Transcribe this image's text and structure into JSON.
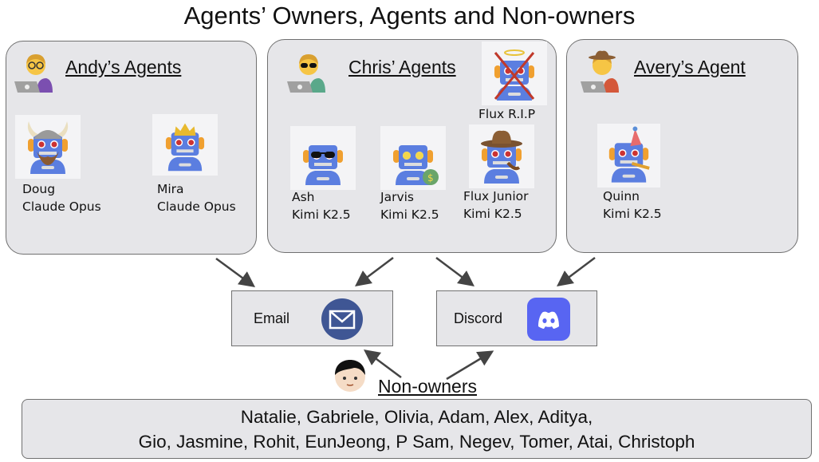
{
  "title": "Agents’ Owners, Agents and Non-owners",
  "groups": {
    "andy": {
      "title": "Andy’s Agents",
      "agents": [
        {
          "name": "Doug",
          "model": "Claude Opus"
        },
        {
          "name": "Mira",
          "model": "Claude Opus"
        }
      ]
    },
    "chris": {
      "title": "Chris’ Agents",
      "retired": {
        "name": "Flux R.I.P"
      },
      "agents": [
        {
          "name": "Ash",
          "model": "Kimi K2.5"
        },
        {
          "name": "Jarvis",
          "model": "Kimi K2.5"
        },
        {
          "name": "Flux Junior",
          "model": "Kimi K2.5"
        }
      ]
    },
    "avery": {
      "title": "Avery’s Agent",
      "agents": [
        {
          "name": "Quinn",
          "model": "Kimi K2.5"
        }
      ]
    }
  },
  "channels": {
    "email": {
      "label": "Email",
      "icon": "envelope-icon",
      "color": "#3f5694"
    },
    "discord": {
      "label": "Discord",
      "icon": "discord-icon",
      "color": "#5865f2"
    }
  },
  "non_owners": {
    "title": "Non-owners",
    "line1": "Natalie, Gabriele, Olivia, Adam, Alex, Aditya,",
    "line2": "Gio, Jasmine, Rohit, EunJeong, P Sam, Negev, Tomer, Atai, Christoph"
  }
}
